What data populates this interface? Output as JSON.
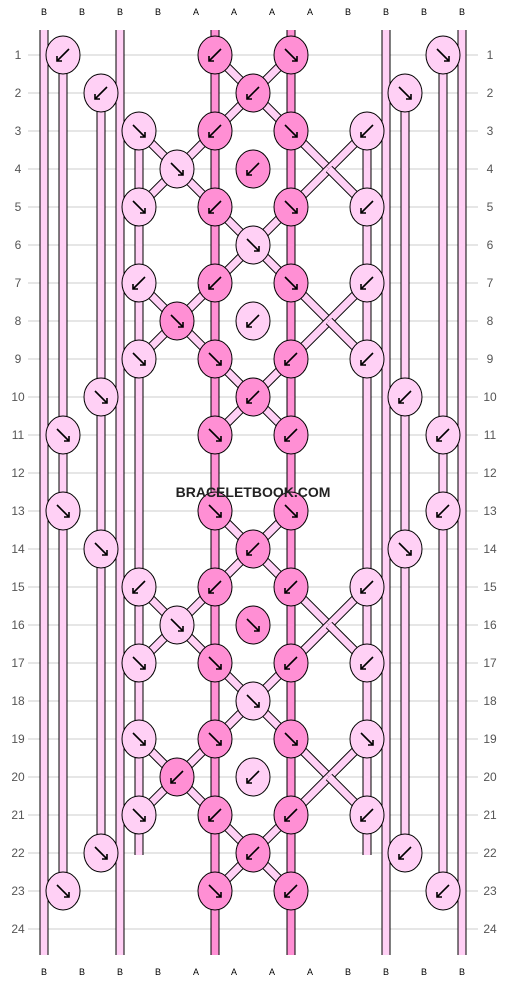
{
  "watermark": "BRACELETBOOK.COM",
  "row_labels": [
    "1",
    "2",
    "3",
    "4",
    "5",
    "6",
    "7",
    "8",
    "9",
    "10",
    "11",
    "12",
    "13",
    "14",
    "15",
    "16",
    "17",
    "18",
    "19",
    "20",
    "21",
    "22",
    "23",
    "24"
  ],
  "top_strands": [
    "B",
    "B",
    "B",
    "B",
    "A",
    "A",
    "A",
    "A",
    "B",
    "B",
    "B",
    "B"
  ],
  "bottom_strands": [
    "B",
    "B",
    "B",
    "B",
    "A",
    "A",
    "A",
    "A",
    "B",
    "B",
    "B",
    "B"
  ],
  "colors": {
    "A": "#ff8fd4",
    "B": "#ffd0f5",
    "outline": "#000000",
    "grid": "#cccccc",
    "label": "#555555"
  },
  "knots": [
    {
      "row": 1,
      "knots": [
        {
          "color": "B",
          "dir": "left"
        },
        {
          "color": "A",
          "dir": "left"
        },
        {
          "color": "A",
          "dir": "right"
        },
        {
          "color": "B",
          "dir": "right"
        }
      ]
    },
    {
      "row": 2,
      "knots": [
        {
          "color": "B",
          "dir": "left"
        },
        {
          "color": "A",
          "dir": "left"
        },
        {
          "color": "B",
          "dir": "right"
        }
      ]
    },
    {
      "row": 3,
      "knots": [
        {
          "color": "B",
          "dir": "right"
        },
        {
          "color": "A",
          "dir": "left"
        },
        {
          "color": "A",
          "dir": "right"
        },
        {
          "color": "B",
          "dir": "left"
        }
      ]
    },
    {
      "row": 4,
      "knots": [
        {
          "color": "B",
          "dir": "right"
        },
        {
          "color": "A",
          "dir": "left"
        }
      ]
    },
    {
      "row": 5,
      "knots": [
        {
          "color": "B",
          "dir": "right"
        },
        {
          "color": "A",
          "dir": "left"
        },
        {
          "color": "A",
          "dir": "right"
        },
        {
          "color": "B",
          "dir": "left"
        }
      ]
    },
    {
      "row": 6,
      "knots": [
        {
          "color": "B",
          "dir": "right"
        }
      ]
    },
    {
      "row": 7,
      "knots": [
        {
          "color": "B",
          "dir": "left"
        },
        {
          "color": "A",
          "dir": "left"
        },
        {
          "color": "A",
          "dir": "right"
        },
        {
          "color": "B",
          "dir": "left"
        }
      ]
    },
    {
      "row": 8,
      "knots": [
        {
          "color": "A",
          "dir": "right"
        },
        {
          "color": "B",
          "dir": "left"
        }
      ]
    },
    {
      "row": 9,
      "knots": [
        {
          "color": "B",
          "dir": "right"
        },
        {
          "color": "A",
          "dir": "right"
        },
        {
          "color": "A",
          "dir": "left"
        },
        {
          "color": "B",
          "dir": "left"
        }
      ]
    },
    {
      "row": 10,
      "knots": [
        {
          "color": "B",
          "dir": "right"
        },
        {
          "color": "A",
          "dir": "left"
        },
        {
          "color": "B",
          "dir": "left"
        }
      ]
    },
    {
      "row": 11,
      "knots": [
        {
          "color": "B",
          "dir": "right"
        },
        {
          "color": "A",
          "dir": "right"
        },
        {
          "color": "A",
          "dir": "left"
        },
        {
          "color": "B",
          "dir": "left"
        }
      ]
    },
    {
      "row": 12,
      "knots": []
    },
    {
      "row": 13,
      "knots": [
        {
          "color": "B",
          "dir": "right"
        },
        {
          "color": "A",
          "dir": "right"
        },
        {
          "color": "A",
          "dir": "right"
        },
        {
          "color": "B",
          "dir": "left"
        }
      ]
    },
    {
      "row": 14,
      "knots": [
        {
          "color": "B",
          "dir": "right"
        },
        {
          "color": "A",
          "dir": "left"
        },
        {
          "color": "B",
          "dir": "right"
        }
      ]
    },
    {
      "row": 15,
      "knots": [
        {
          "color": "B",
          "dir": "left"
        },
        {
          "color": "A",
          "dir": "left"
        },
        {
          "color": "A",
          "dir": "left"
        },
        {
          "color": "B",
          "dir": "left"
        }
      ]
    },
    {
      "row": 16,
      "knots": [
        {
          "color": "B",
          "dir": "right"
        },
        {
          "color": "A",
          "dir": "right"
        }
      ]
    },
    {
      "row": 17,
      "knots": [
        {
          "color": "B",
          "dir": "right"
        },
        {
          "color": "A",
          "dir": "right"
        },
        {
          "color": "A",
          "dir": "left"
        },
        {
          "color": "B",
          "dir": "left"
        }
      ]
    },
    {
      "row": 18,
      "knots": [
        {
          "color": "B",
          "dir": "right"
        }
      ]
    },
    {
      "row": 19,
      "knots": [
        {
          "color": "B",
          "dir": "right"
        },
        {
          "color": "A",
          "dir": "right"
        },
        {
          "color": "A",
          "dir": "right"
        },
        {
          "color": "B",
          "dir": "right"
        }
      ]
    },
    {
      "row": 20,
      "knots": [
        {
          "color": "A",
          "dir": "left"
        },
        {
          "color": "B",
          "dir": "left"
        }
      ]
    },
    {
      "row": 21,
      "knots": [
        {
          "color": "B",
          "dir": "right"
        },
        {
          "color": "A",
          "dir": "left"
        },
        {
          "color": "A",
          "dir": "left"
        },
        {
          "color": "B",
          "dir": "left"
        }
      ]
    },
    {
      "row": 22,
      "knots": [
        {
          "color": "B",
          "dir": "right"
        },
        {
          "color": "A",
          "dir": "left"
        },
        {
          "color": "B",
          "dir": "left"
        }
      ]
    },
    {
      "row": 23,
      "knots": [
        {
          "color": "B",
          "dir": "right"
        },
        {
          "color": "A",
          "dir": "right"
        },
        {
          "color": "A",
          "dir": "left"
        },
        {
          "color": "B",
          "dir": "left"
        }
      ]
    },
    {
      "row": 24,
      "knots": []
    }
  ]
}
